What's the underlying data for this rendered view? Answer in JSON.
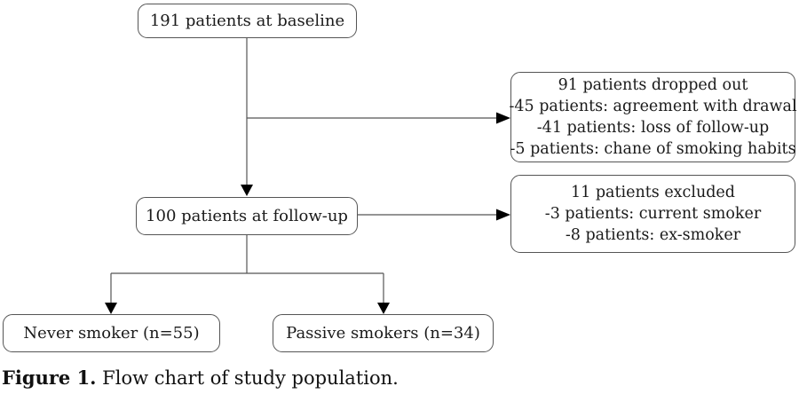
{
  "figure": {
    "boxes": {
      "baseline": {
        "label": "191 patients at baseline"
      },
      "followup": {
        "label": "100 patients at follow-up"
      },
      "dropped_out": {
        "lines": [
          "91 patients dropped out",
          "-45 patients: agreement with drawal",
          "-41 patients: loss of follow-up",
          "-5 patients: chane of smoking habits"
        ]
      },
      "excluded": {
        "lines": [
          "11 patients excluded",
          "-3 patients: current smoker",
          "-8 patients: ex-smoker"
        ]
      },
      "never_smoker": {
        "label": "Never smoker (n=55)"
      },
      "passive_smokers": {
        "label": "Passive smokers (n=34)"
      }
    },
    "caption": {
      "label": "Figure 1.",
      "text": " Flow chart of study population."
    },
    "colors": {
      "line": "#555555",
      "arrowhead": "#000000",
      "text": "#1a1a1a",
      "background": "#ffffff"
    }
  }
}
